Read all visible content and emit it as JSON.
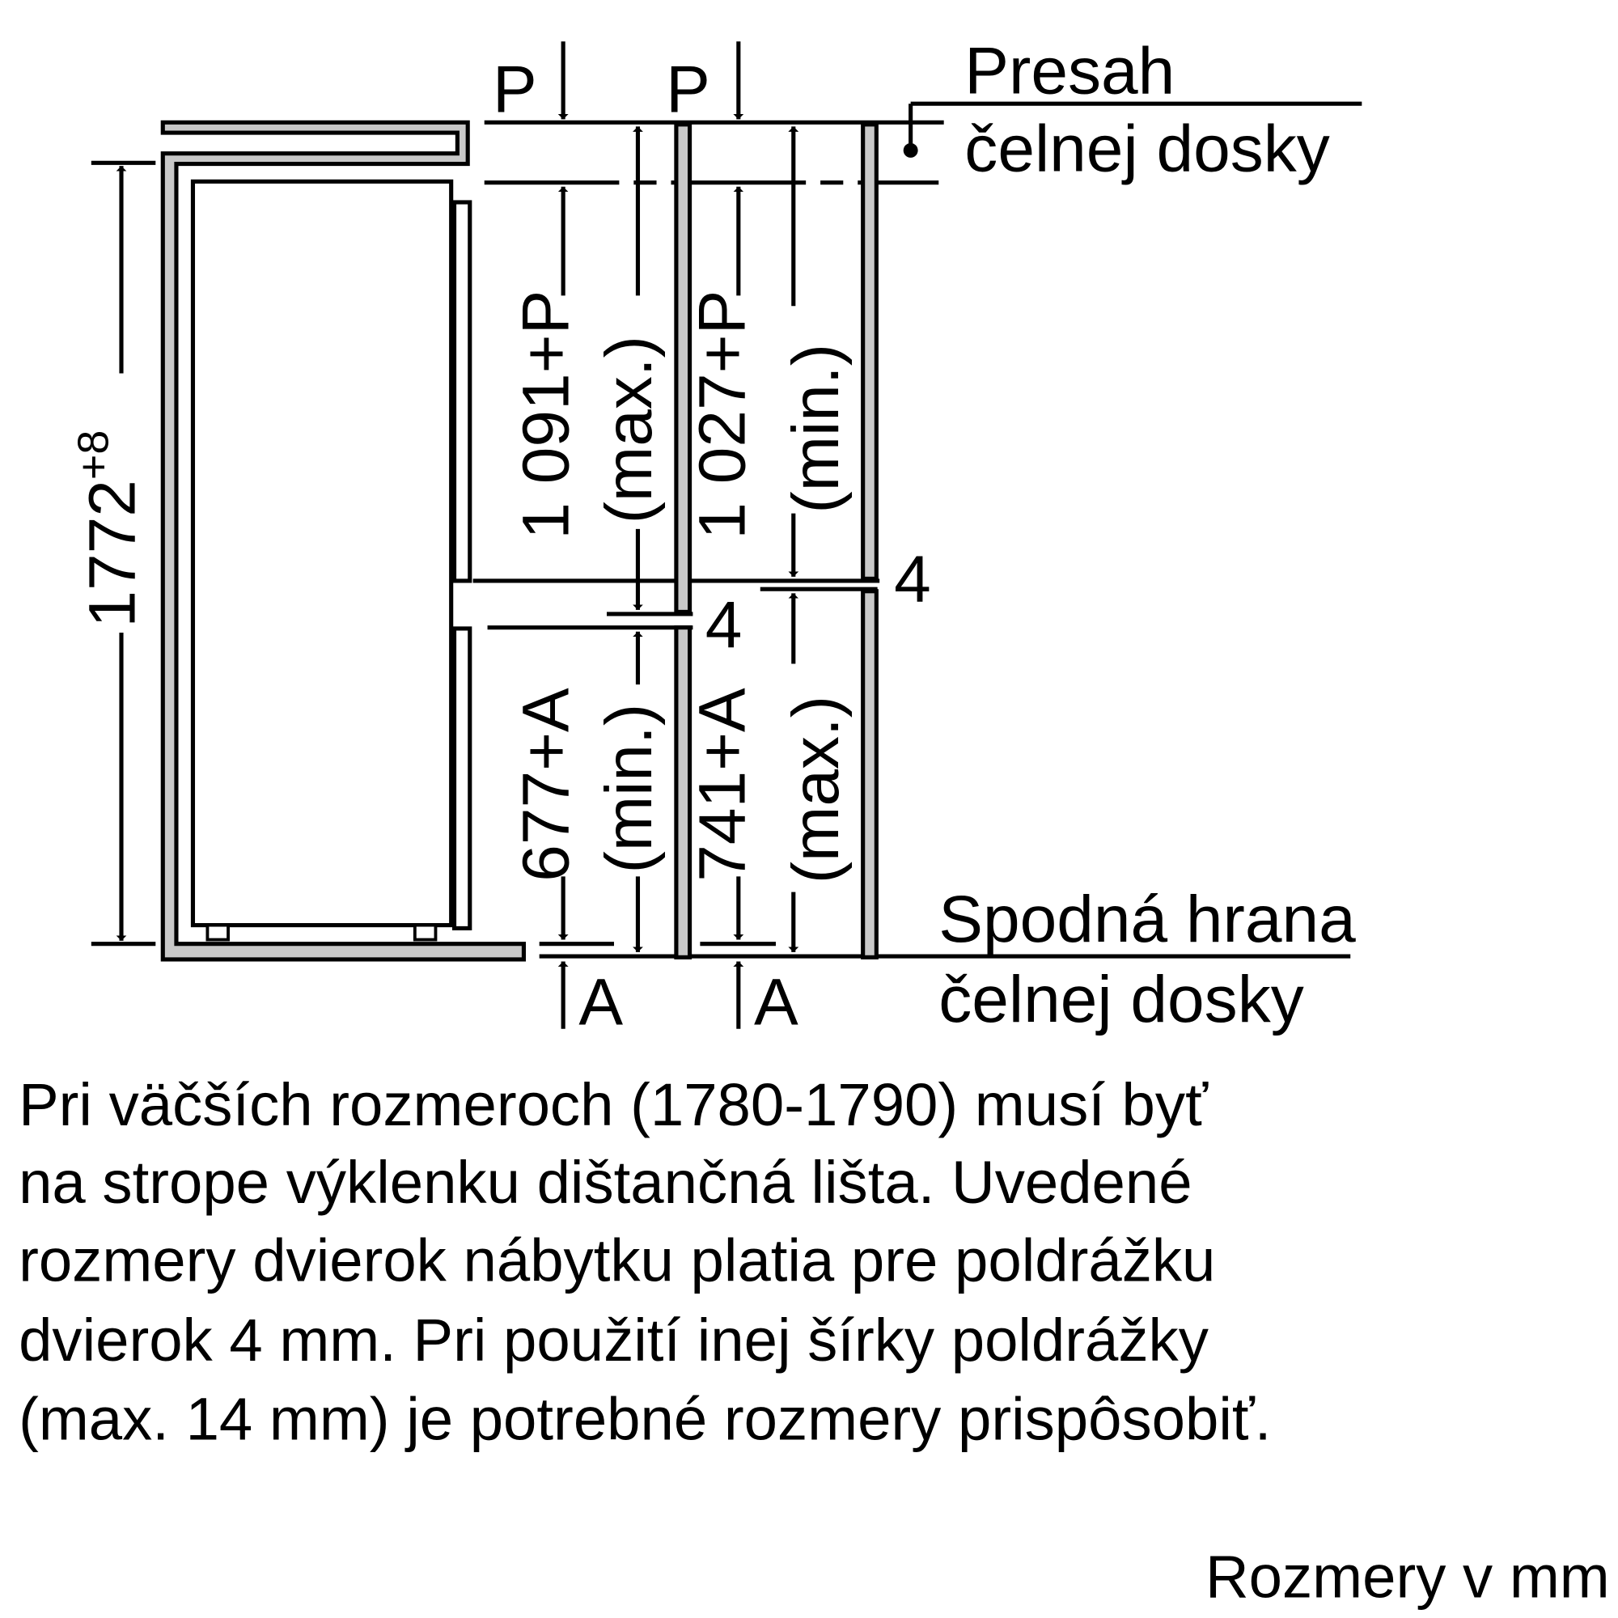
{
  "labels": {
    "p_left": "P",
    "p_right": "P",
    "overlap_line1": "Presah",
    "overlap_line2": "čelnej dosky",
    "bottom_edge_line1": "Spodná hrana",
    "bottom_edge_line2": "čelnej dosky",
    "a_left": "A",
    "a_right": "A",
    "gap_upper": "4",
    "gap_lower": "4"
  },
  "dimensions": {
    "niche_height": "1772",
    "niche_tolerance": "+8",
    "upper_max_value": "1 091+P",
    "upper_max_note": "(max.)",
    "upper_min_value": "1 027+P",
    "upper_min_note": "(min.)",
    "lower_min_value": "677+A",
    "lower_min_note": "(min.)",
    "lower_max_value": "741+A",
    "lower_max_note": "(max.)"
  },
  "note": {
    "lines": [
      "Pri väčších rozmeroch (1780-1790) musí byť",
      "na strope výklenku dištančná lišta. Uvedené",
      "rozmery dvierok nábytku platia pre poldrážku",
      "dvierok 4 mm. Pri použití inej šírky poldrážky",
      "(max. 14 mm) je potrebné rozmery prispôsobiť."
    ]
  },
  "units": "Rozmery v mm"
}
